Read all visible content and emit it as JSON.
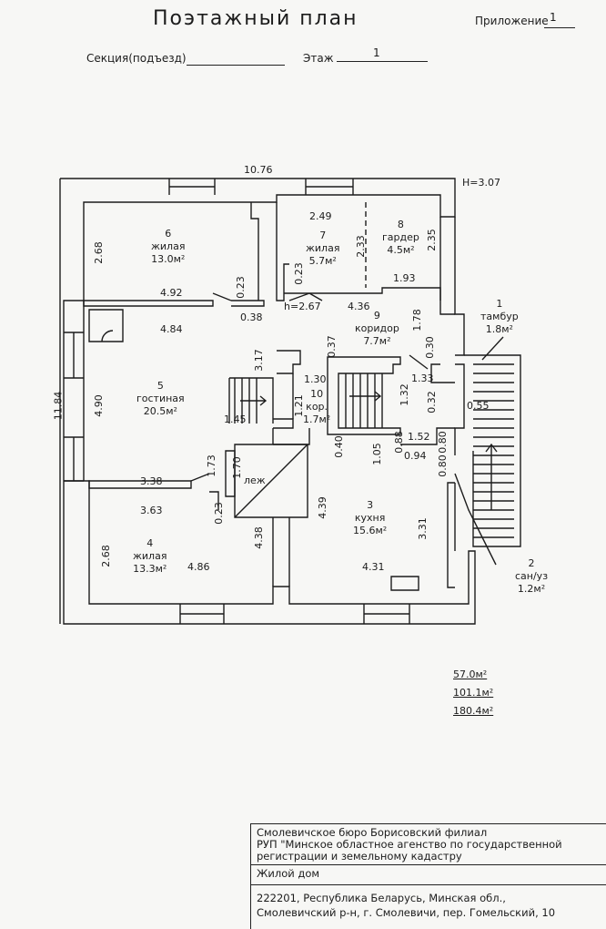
{
  "header": {
    "title": "Поэтажный план",
    "appendix_label": "Приложение",
    "appendix_value": "1",
    "section_label": "Секция(подъезд)",
    "section_value": "",
    "floor_label": "Этаж",
    "floor_value": "1"
  },
  "plan": {
    "overall_width": "10.76",
    "overall_depth": "11.84",
    "height_note": "H=3.07",
    "rooms": [
      {
        "num": "1",
        "name": "тамбур",
        "area": "1.8м²"
      },
      {
        "num": "2",
        "name": "сан/уз",
        "area": "1.2м²"
      },
      {
        "num": "3",
        "name": "кухня",
        "area": "15.6м²"
      },
      {
        "num": "4",
        "name": "жилая",
        "area": "13.3м²"
      },
      {
        "num": "5",
        "name": "гостиная",
        "area": "20.5м²"
      },
      {
        "num": "6",
        "name": "жилая",
        "area": "13.0м²"
      },
      {
        "num": "7",
        "name": "жилая",
        "area": "5.7м²"
      },
      {
        "num": "8",
        "name": "гардер",
        "area": "4.5м²"
      },
      {
        "num": "9",
        "name": "коридор",
        "area": "7.7м²"
      },
      {
        "num": "10",
        "name": "кор.",
        "area": "1.7м²"
      }
    ],
    "couch_label": "леж",
    "h_note": "h=2.67",
    "dims": {
      "d268a": "2.68",
      "d492": "4.92",
      "d023a": "0.23",
      "d038": "0.38",
      "d484": "4.84",
      "d249": "2.49",
      "d233": "2.33",
      "d235": "2.35",
      "d023b": "0.23",
      "d193": "1.93",
      "d436": "4.36",
      "d178": "1.78",
      "d037": "0.37",
      "d030": "0.30",
      "d133": "1.33",
      "d317": "3.17",
      "d130": "1.30",
      "d121": "1.21",
      "d132": "1.32",
      "d032": "0.32",
      "d055": "0.55",
      "d490": "4.90",
      "d145": "1.45",
      "d040": "0.40",
      "d088": "0.88",
      "d152": "1.52",
      "d094": "0.94",
      "d080a": "0.80",
      "d080b": "0.80",
      "d105": "1.05",
      "d173": "1.73",
      "d170": "1.70",
      "d338": "3.38",
      "d363": "3.63",
      "d023c": "0.23",
      "d439": "4.39",
      "d438": "4.38",
      "d331": "3.31",
      "d268b": "2.68",
      "d486": "4.86",
      "d431": "4.31"
    }
  },
  "totals": [
    "57.0м²",
    "101.1м²",
    "180.4м²"
  ],
  "stamp": {
    "org_line1": "Смолевичское бюро Борисовский филиал",
    "org_line2": "РУП \"Минское областное агенство по государственной",
    "org_line3": "регистрации и земельному кадастру",
    "object": "Жилой дом",
    "address_line1": "222201, Республика Беларусь, Минская обл.,",
    "address_line2": "Смолевичский р-н, г. Смолевичи, пер. Гомельский, 10"
  }
}
